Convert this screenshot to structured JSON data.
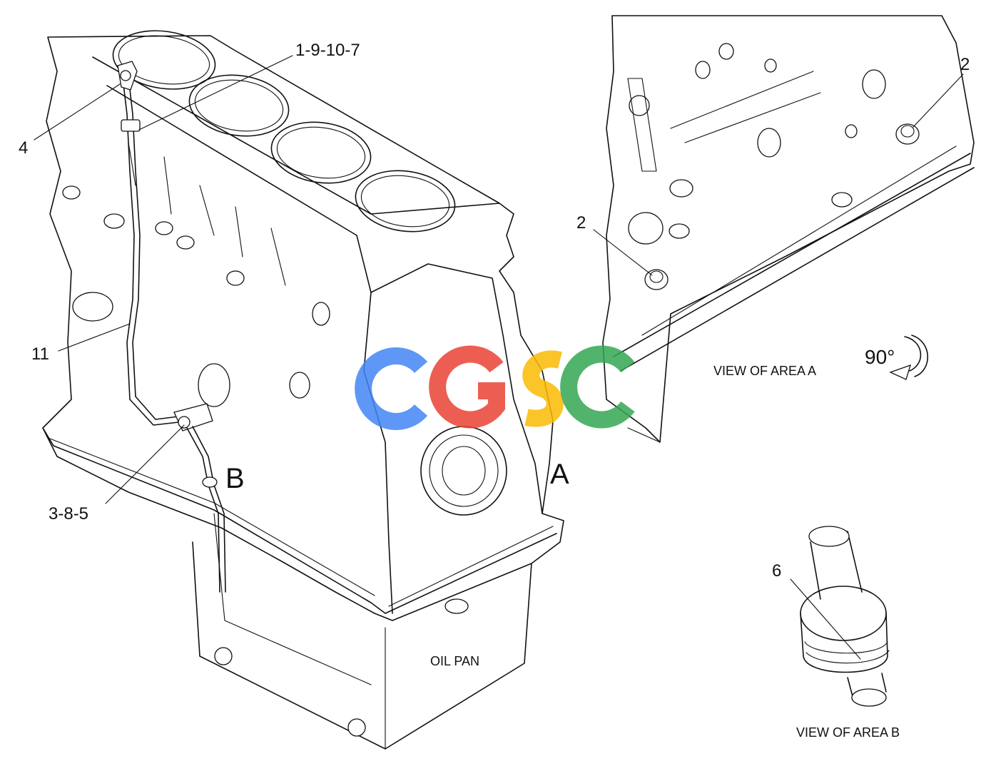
{
  "callouts": {
    "c4": "4",
    "c19107": "1-9-10-7",
    "c11": "11",
    "c385": "3-8-5",
    "c2_upper": "2",
    "c2_lower": "2",
    "c6": "6"
  },
  "area_letters": {
    "a": "A",
    "b": "B"
  },
  "captions": {
    "oil_pan": "OIL PAN",
    "view_a": "VIEW OF AREA  A",
    "view_b": "VIEW OF AREA  B",
    "rotation": "90°"
  },
  "watermark": {
    "letters": [
      "C",
      "G",
      "S",
      "C"
    ],
    "colors": [
      "#4285F4",
      "#EA4335",
      "#FBBC05",
      "#34A853"
    ]
  },
  "colors": {
    "line": "#111111",
    "background": "#ffffff"
  }
}
